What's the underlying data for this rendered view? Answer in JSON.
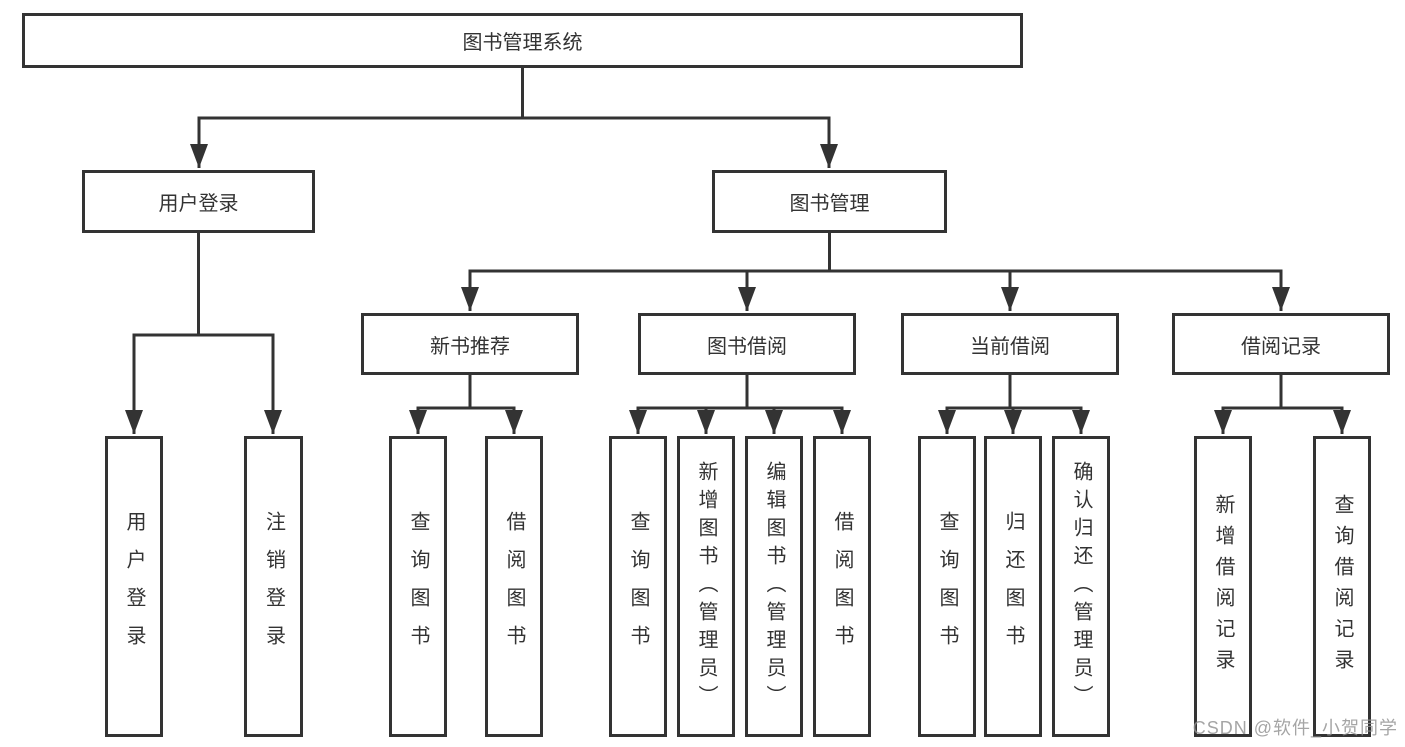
{
  "diagram": {
    "root": {
      "label": "图书管理系统"
    },
    "branches": [
      {
        "label": "用户登录",
        "children": [
          {
            "label": "用户登录"
          },
          {
            "label": "注销登录"
          }
        ]
      },
      {
        "label": "图书管理",
        "children": [
          {
            "label": "新书推荐",
            "children": [
              {
                "label": "查询图书"
              },
              {
                "label": "借阅图书"
              }
            ]
          },
          {
            "label": "图书借阅",
            "children": [
              {
                "label": "查询图书"
              },
              {
                "label": "新增图书（管理员）"
              },
              {
                "label": "编辑图书（管理员）"
              },
              {
                "label": "借阅图书"
              }
            ]
          },
          {
            "label": "当前借阅",
            "children": [
              {
                "label": "查询图书"
              },
              {
                "label": "归还图书"
              },
              {
                "label": "确认归还（管理员）"
              }
            ]
          },
          {
            "label": "借阅记录",
            "children": [
              {
                "label": "新增借阅记录"
              },
              {
                "label": "查询借阅记录"
              }
            ]
          }
        ]
      }
    ]
  },
  "watermark": {
    "text": "CSDN @软件_小贺同学"
  },
  "colors": {
    "line": "#333333",
    "box_border": "#333333",
    "text": "#333333",
    "watermark": "#919191",
    "background": "#ffffff"
  }
}
